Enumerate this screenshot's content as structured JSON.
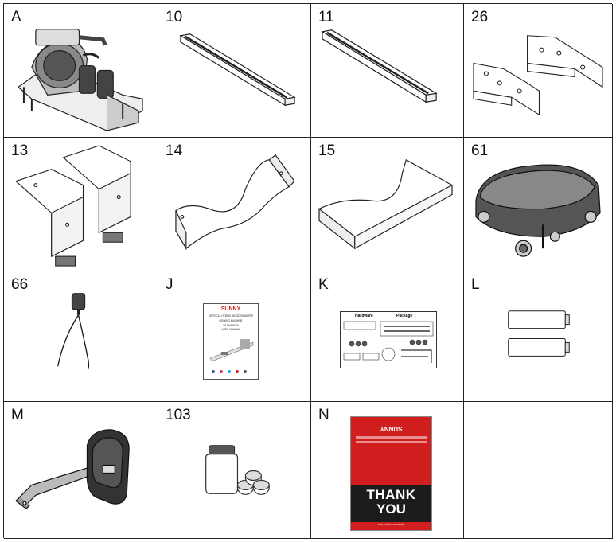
{
  "parts": [
    {
      "label": "A",
      "icon": "rowing-machine-main-frame"
    },
    {
      "label": "10",
      "icon": "wooden-rail"
    },
    {
      "label": "11",
      "icon": "wooden-rail"
    },
    {
      "label": "26",
      "icon": "mounting-brackets"
    },
    {
      "label": "13",
      "icon": "wooden-support-blocks"
    },
    {
      "label": "14",
      "icon": "rear-wooden-base"
    },
    {
      "label": "15",
      "icon": "front-wooden-base"
    },
    {
      "label": "61",
      "icon": "seat"
    },
    {
      "label": "66",
      "icon": "sensor-cable"
    },
    {
      "label": "J",
      "icon": "user-manual"
    },
    {
      "label": "K",
      "icon": "hardware-package-sheet"
    },
    {
      "label": "L",
      "icon": "batteries"
    },
    {
      "label": "M",
      "icon": "monitor-with-arm"
    },
    {
      "label": "103",
      "icon": "jar-and-tablets"
    },
    {
      "label": "N",
      "icon": "thank-you-card"
    },
    {
      "label": "",
      "icon": ""
    }
  ],
  "manual_j": {
    "brand": "SUNNY",
    "title_line1": "VERTICAL HYBRID WOODEN WATER",
    "title_line2": "ROWING MACHINE",
    "model": "SF-RW5907S",
    "subtitle": "USER MANUAL"
  },
  "hardware_sheet": {
    "col1": "Hardware",
    "col2": "Package"
  },
  "thank_you_card": {
    "brand": "SUNNY",
    "headline1": "THANK",
    "headline2": "YOU",
    "footer": "FOR YOUR PURCHASE"
  },
  "colors": {
    "accent_red": "#d11f1f",
    "band_dark": "#1c1c1c",
    "line": "#222222"
  }
}
